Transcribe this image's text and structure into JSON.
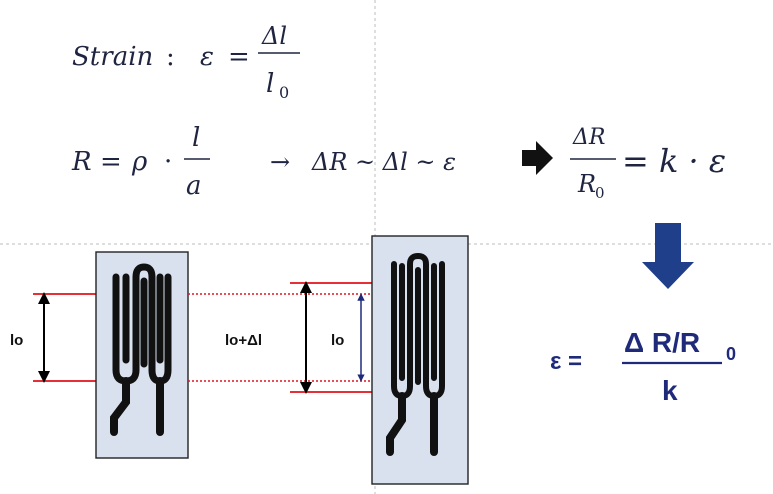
{
  "eq1": {
    "word": "Strain",
    "colon": ":",
    "eps": "ε",
    "equals": "=",
    "num": "Δl",
    "den_base": "l",
    "den_sub": "0"
  },
  "eq2": {
    "R": "R",
    "equals": "=",
    "rho": "ρ",
    "dot": "·",
    "num": "l",
    "den": "a",
    "arrow": "→",
    "relation": "ΔR ~ Δl ~ ε",
    "num2": "ΔR",
    "den2_base": "R",
    "den2_sub": "0",
    "rhs": "= k · ε"
  },
  "labels": {
    "left_length": "lo",
    "stretched_length": "lo+Δl",
    "right_length": "lo"
  },
  "result": {
    "eps": "ε =",
    "num": "Δ R/R",
    "num_sub": "0",
    "den": "k"
  },
  "colors": {
    "red_line": "#e3131b",
    "gauge_fill": "#d9e1ef",
    "dark_navy": "#1f2a7a",
    "math_ink": "#1f2540",
    "down_arrow": "#1f3f8a"
  }
}
